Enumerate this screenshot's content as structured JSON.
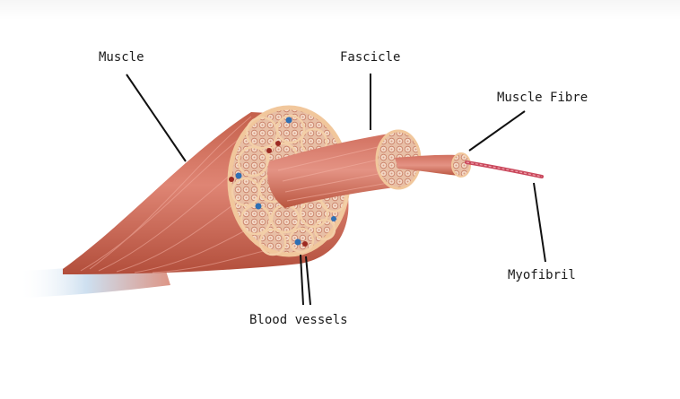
{
  "labels": {
    "muscle": "Muscle",
    "fascicle": "Fascicle",
    "muscle_fibre": "Muscle Fibre",
    "myofibril": "Myofibril",
    "blood_vessels": "Blood vessels"
  },
  "colors": {
    "muscle_dark": "#b8533f",
    "muscle_mid": "#d8786a",
    "muscle_light": "#eaa193",
    "sheath": "#f1c79c",
    "fascicle_fill": "#e3b59d",
    "vein": "#2f6fb3",
    "artery": "#9c2a22",
    "tendon": "#c9dcee",
    "leader_line": "#111111"
  }
}
